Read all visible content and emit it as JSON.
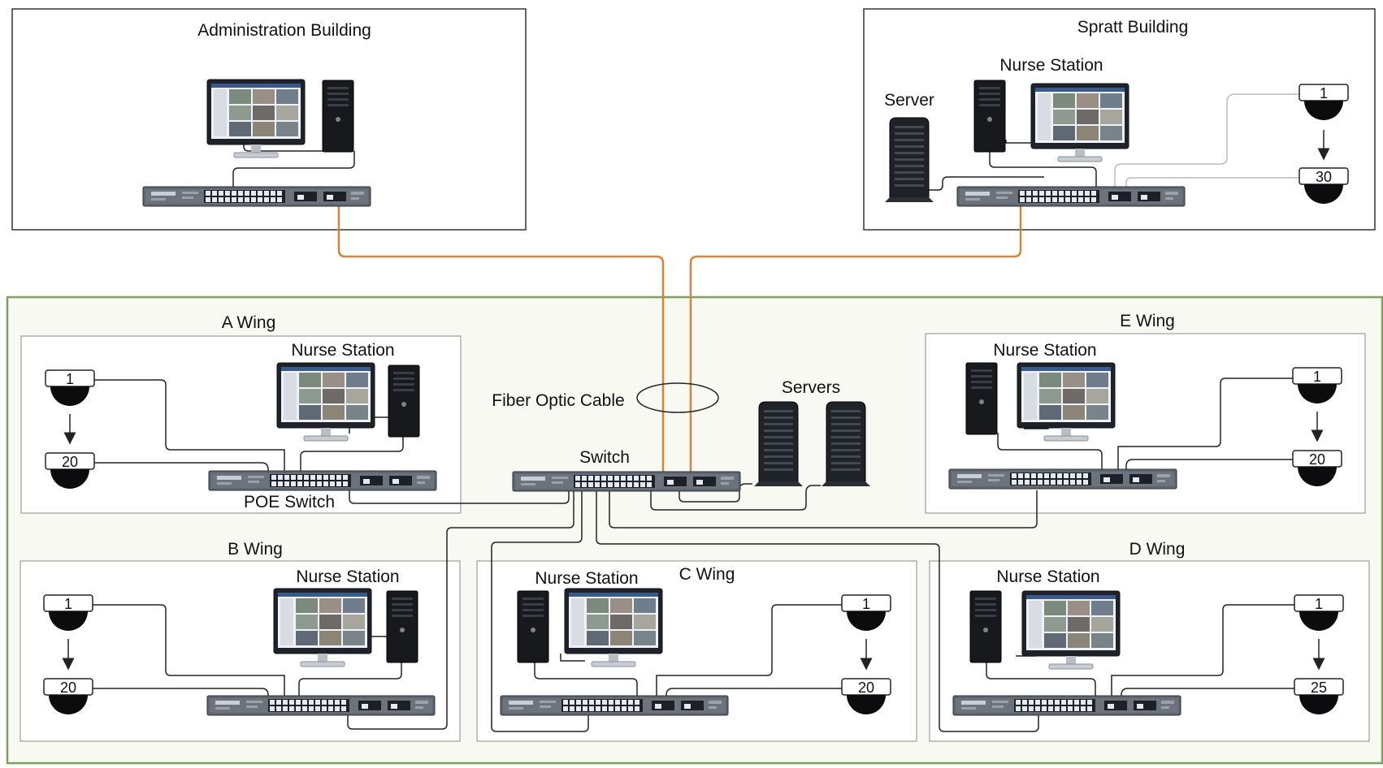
{
  "labels": {
    "admin_building": "Administration Building",
    "spratt_building": "Spratt Building",
    "server": "Server",
    "servers": "Servers",
    "nurse_station": "Nurse Station",
    "a_wing": "A Wing",
    "b_wing": "B Wing",
    "c_wing": "C Wing",
    "d_wing": "D Wing",
    "e_wing": "E Wing",
    "fiber_optic_cable": "Fiber Optic Cable",
    "switch": "Switch",
    "poe_switch": "POE Switch"
  },
  "cameras": {
    "spratt": {
      "first": "1",
      "last": "30"
    },
    "a_wing": {
      "first": "1",
      "last": "20"
    },
    "b_wing": {
      "first": "1",
      "last": "20"
    },
    "c_wing": {
      "first": "1",
      "last": "20"
    },
    "d_wing": {
      "first": "1",
      "last": "25"
    },
    "e_wing": {
      "first": "1",
      "last": "20"
    }
  },
  "colors": {
    "fiber": "#d9823a",
    "campus_border": "#7f9f5d",
    "campus_fill": "#f7f9f2",
    "box_border": "#333333",
    "cable": "#222222",
    "spratt_camera_cable": "#bbbbbb"
  }
}
